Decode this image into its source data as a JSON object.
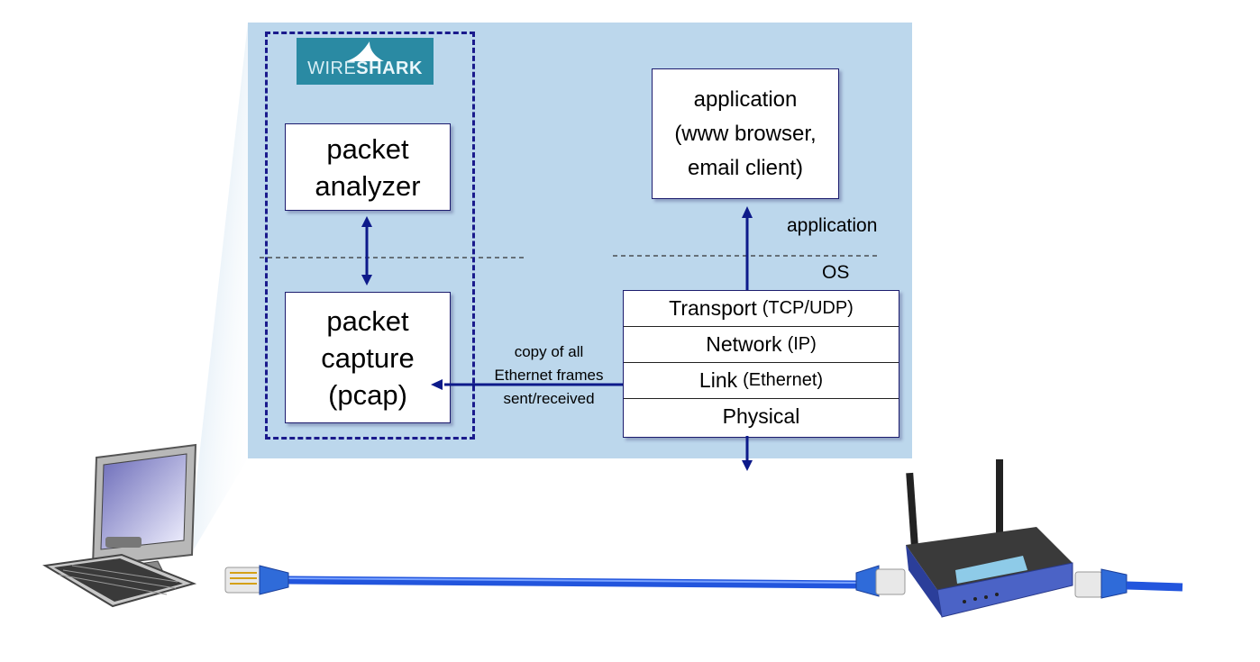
{
  "logo": {
    "prefix": "WIRE",
    "suffix": "SHARK"
  },
  "analyzer": {
    "line1": "packet",
    "line2": "analyzer"
  },
  "capture": {
    "line1": "packet",
    "line2": "capture",
    "line3": "(pcap)"
  },
  "app_box": {
    "line1": "application",
    "line2": "(www browser,",
    "line3": "email client)"
  },
  "labels": {
    "application": "application",
    "os": "OS"
  },
  "stack": [
    {
      "name": "Transport",
      "detail": "(TCP/UDP)"
    },
    {
      "name": "Network",
      "detail": "(IP)"
    },
    {
      "name": "Link",
      "detail": "(Ethernet)"
    },
    {
      "name": "Physical",
      "detail": ""
    }
  ],
  "copy_note": {
    "line1": "copy of all",
    "line2": "Ethernet frames",
    "line3": "sent/received"
  },
  "colors": {
    "panel": "#bcd7ec",
    "arrow": "#0d1a8a",
    "cable": "#2255dd",
    "logo_bg": "#2a8aa3"
  }
}
